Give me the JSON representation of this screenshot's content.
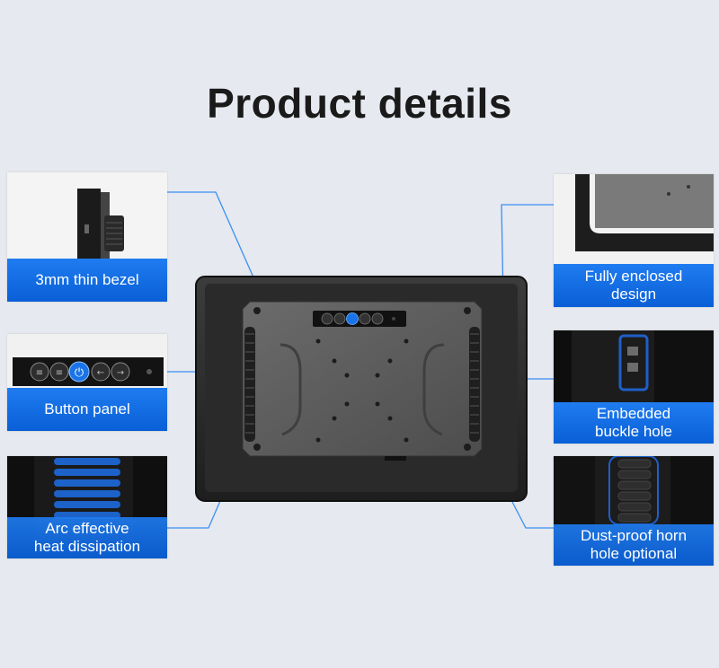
{
  "page": {
    "title": "Product details"
  },
  "features": [
    {
      "label": "3mm thin bezel",
      "icon": "bezel-closeup-image"
    },
    {
      "label": "Button panel",
      "icon": "button-panel-image"
    },
    {
      "label": "Arc effective\nheat dissipation",
      "icon": "heat-dissipation-image"
    },
    {
      "label": "Fully enclosed\ndesign",
      "icon": "enclosed-corner-image"
    },
    {
      "label": "Embedded\nbuckle hole",
      "icon": "buckle-hole-image"
    },
    {
      "label": "Dust-proof horn\nhole optional",
      "icon": "horn-hole-image"
    }
  ],
  "colors": {
    "accent": "#1a74e8",
    "leader_line": "#3a8ff5",
    "background": "#e6e9ef",
    "device": "#2b2b2b"
  }
}
